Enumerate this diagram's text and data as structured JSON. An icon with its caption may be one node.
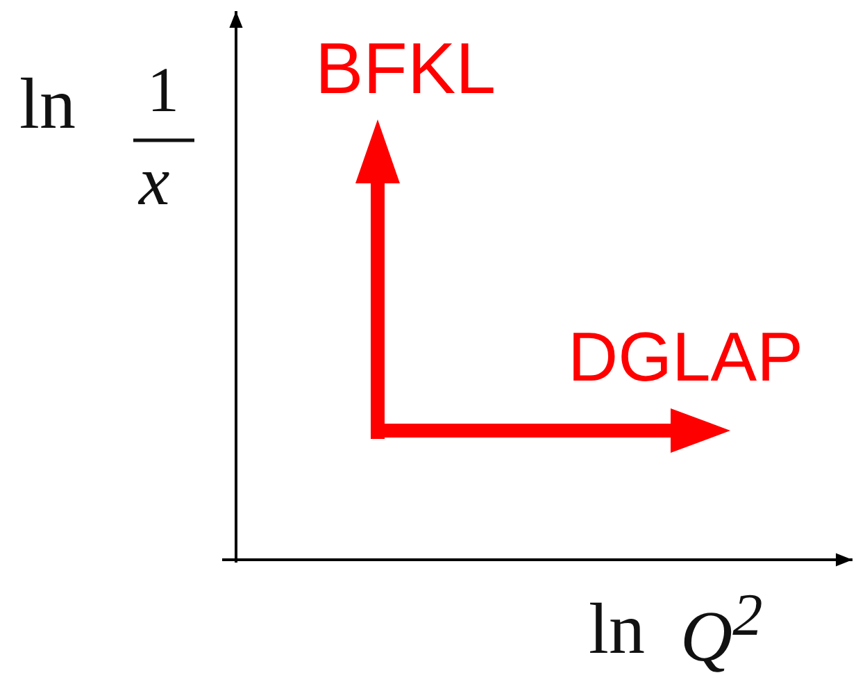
{
  "diagram": {
    "labels": [
      "BFKL",
      "DGLAP",
      "ln",
      "1",
      "x",
      "ln",
      "Q$^{2}$"
    ]
  }
}
